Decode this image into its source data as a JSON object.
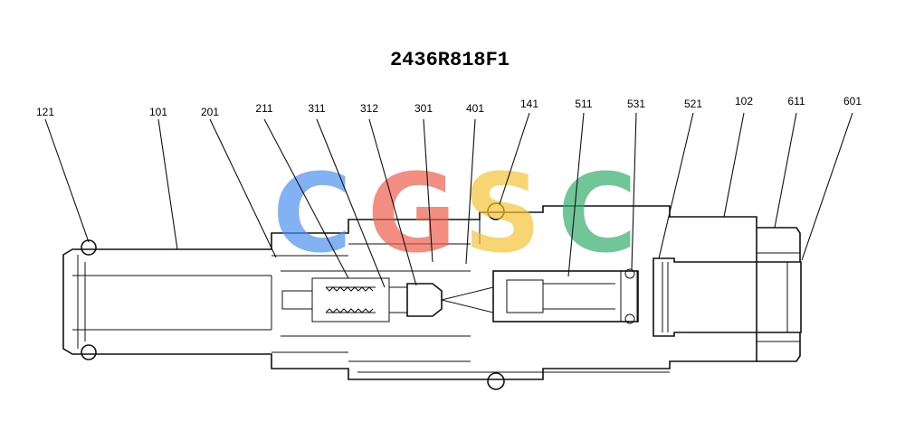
{
  "title": "2436R818F1",
  "callouts": [
    "121",
    "101",
    "201",
    "211",
    "311",
    "312",
    "301",
    "401",
    "141",
    "511",
    "531",
    "521",
    "102",
    "611",
    "601"
  ],
  "watermark": {
    "letters": [
      "C",
      "G",
      "S",
      "C"
    ],
    "colors": [
      "#4a8ef0",
      "#ee5a4a",
      "#f6c232",
      "#2eaa6a"
    ]
  }
}
